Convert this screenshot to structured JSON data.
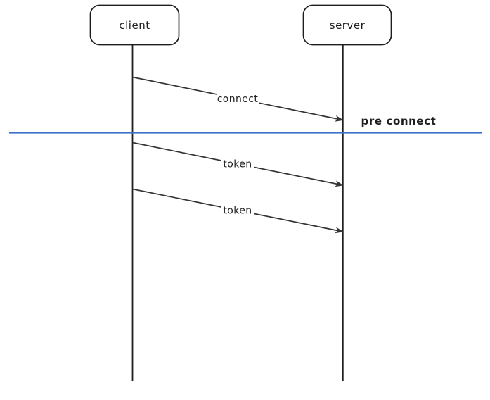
{
  "diagram": {
    "type": "sequence",
    "actors": [
      {
        "id": "client",
        "label": "client"
      },
      {
        "id": "server",
        "label": "server"
      }
    ],
    "messages": [
      {
        "from": "client",
        "to": "server",
        "label": "connect"
      },
      {
        "from": "client",
        "to": "server",
        "label": "token"
      },
      {
        "from": "client",
        "to": "server",
        "label": "token"
      }
    ],
    "divider": {
      "label": "pre connect",
      "color": "#3e72c9"
    },
    "colors": {
      "stroke": "#1e1e1e",
      "arrow": "#343434",
      "background": "#ffffff"
    }
  }
}
